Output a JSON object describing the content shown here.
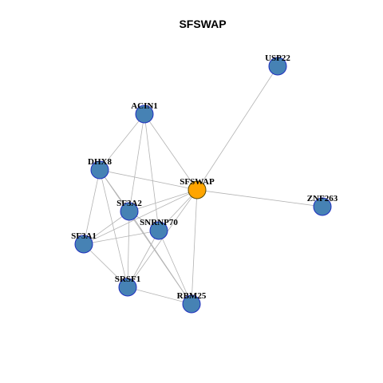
{
  "title": "SFSWAP",
  "colors": {
    "node_fill": "#4682B4",
    "node_stroke": "#1F2FBF",
    "focus_fill": "#FFA500",
    "focus_stroke": "#5A4A00",
    "edge": "#B3B3B3",
    "label": "#000000"
  },
  "network": {
    "focus": "SFSWAP",
    "nodes": [
      {
        "id": "USP22",
        "label": "USP22"
      },
      {
        "id": "ACIN1",
        "label": "ACIN1"
      },
      {
        "id": "DHX8",
        "label": "DHX8"
      },
      {
        "id": "SFSWAP",
        "label": "SFSWAP"
      },
      {
        "id": "ZNF263",
        "label": "ZNF263"
      },
      {
        "id": "SF3A2",
        "label": "SF3A2"
      },
      {
        "id": "SNRNP70",
        "label": "SNRNP70"
      },
      {
        "id": "SF3A1",
        "label": "SF3A1"
      },
      {
        "id": "SRSF1",
        "label": "SRSF1"
      },
      {
        "id": "RBM25",
        "label": "RBM25"
      }
    ],
    "edges": [
      [
        "SFSWAP",
        "USP22"
      ],
      [
        "SFSWAP",
        "ACIN1"
      ],
      [
        "SFSWAP",
        "DHX8"
      ],
      [
        "SFSWAP",
        "ZNF263"
      ],
      [
        "SFSWAP",
        "SF3A2"
      ],
      [
        "SFSWAP",
        "SNRNP70"
      ],
      [
        "SFSWAP",
        "SF3A1"
      ],
      [
        "SFSWAP",
        "SRSF1"
      ],
      [
        "SFSWAP",
        "RBM25"
      ],
      [
        "ACIN1",
        "DHX8"
      ],
      [
        "ACIN1",
        "SF3A2"
      ],
      [
        "ACIN1",
        "SNRNP70"
      ],
      [
        "DHX8",
        "SF3A2"
      ],
      [
        "DHX8",
        "SF3A1"
      ],
      [
        "DHX8",
        "SRSF1"
      ],
      [
        "DHX8",
        "RBM25"
      ],
      [
        "SF3A2",
        "SF3A1"
      ],
      [
        "SF3A2",
        "SNRNP70"
      ],
      [
        "SF3A2",
        "SRSF1"
      ],
      [
        "SF3A2",
        "RBM25"
      ],
      [
        "SNRNP70",
        "SF3A1"
      ],
      [
        "SNRNP70",
        "SRSF1"
      ],
      [
        "SNRNP70",
        "RBM25"
      ],
      [
        "SF3A1",
        "SRSF1"
      ],
      [
        "SRSF1",
        "RBM25"
      ]
    ]
  }
}
